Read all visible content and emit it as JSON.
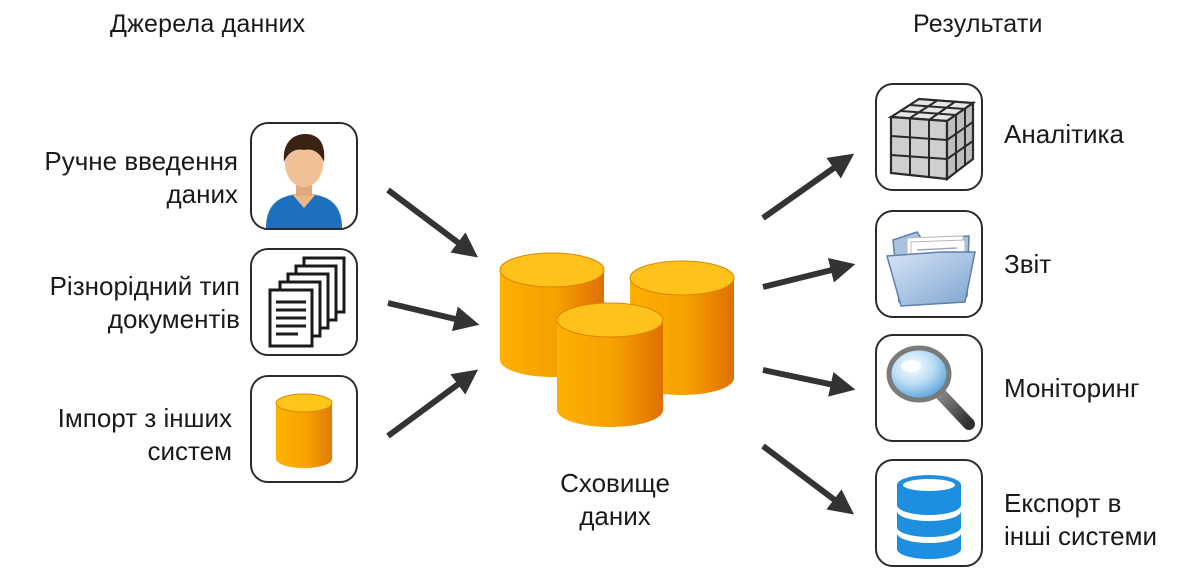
{
  "sources_heading": "Джерела данних",
  "results_heading": "Результати",
  "sources": [
    {
      "label_lines": [
        "Ручне введення",
        "даних"
      ],
      "icon": "person-icon"
    },
    {
      "label_lines": [
        "Різнорідний тип",
        "документів"
      ],
      "icon": "documents-icon"
    },
    {
      "label_lines": [
        "Імпорт з інших",
        "систем"
      ],
      "icon": "database-icon"
    }
  ],
  "storage": {
    "label_lines": [
      "Сховище",
      "даних"
    ],
    "icon": "database-cluster-icon"
  },
  "results": [
    {
      "label_lines": [
        "Аналітика"
      ],
      "icon": "cube-icon"
    },
    {
      "label_lines": [
        "Звіт"
      ],
      "icon": "folder-icon"
    },
    {
      "label_lines": [
        "Моніторинг"
      ],
      "icon": "magnifier-icon"
    },
    {
      "label_lines": [
        "Експорт в",
        "інші системи"
      ],
      "icon": "stack-database-icon"
    }
  ],
  "colors": {
    "cylinder_fill": "#f5a300",
    "cylinder_top": "#ffc21a",
    "arrow": "#333333",
    "stack_blue": "#1e8fe0"
  }
}
